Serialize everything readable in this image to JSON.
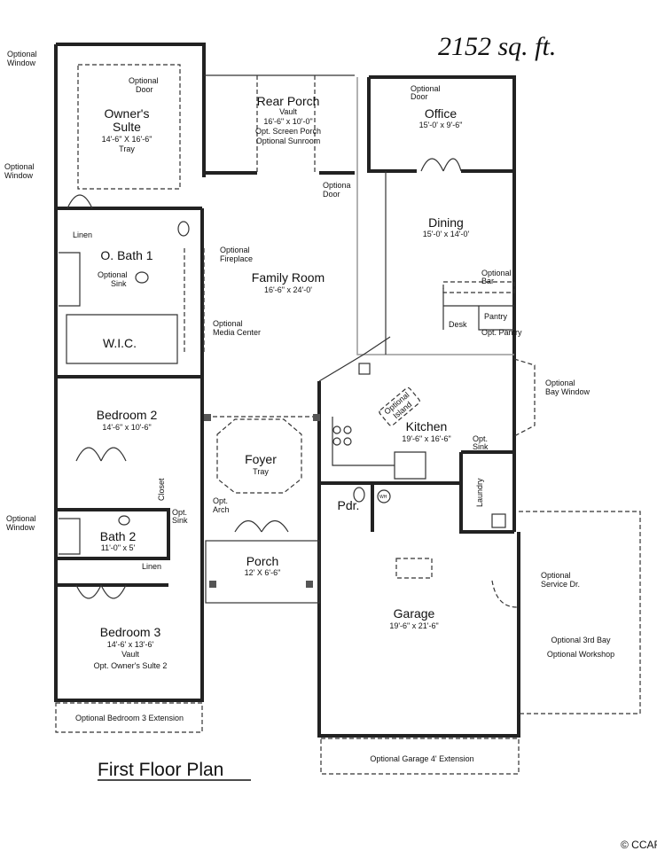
{
  "header": {
    "sqft": "2152 sq. ft.",
    "plan_title": "First Floor Plan",
    "copyright": "© CCAR"
  },
  "rooms": {
    "owners_suite": {
      "name1": "Owner's",
      "name2": "Sulte",
      "dims": "14'-6\" X 16'-6\"",
      "note": "Tray"
    },
    "rear_porch": {
      "name": "Rear Porch",
      "l1": "Vault",
      "l2": "16'-6\" x 10'-0\"",
      "l3": "Opt. Screen Porch",
      "l4": "Optional Sunroom"
    },
    "office": {
      "name": "Office",
      "dims": "15'-0' x 9'-6\""
    },
    "dining": {
      "name": "Dining",
      "dims": "15'-0' x 14'-0'"
    },
    "family_room": {
      "name": "Family Room",
      "dims": "16'-6\" x 24'-0'"
    },
    "obath": {
      "name": "O. Bath 1"
    },
    "linen1": {
      "name": "Linen"
    },
    "wic": {
      "name": "W.I.C."
    },
    "bedroom2": {
      "name": "Bedroom 2",
      "dims": "14'-6\" x 10'-6\""
    },
    "closet": {
      "name": "Closet"
    },
    "bath2": {
      "name": "Bath 2",
      "dims": "11'-0\" x 5'"
    },
    "linen2": {
      "name": "Linen"
    },
    "bedroom3": {
      "name": "Bedroom 3",
      "dims": "14'-6' x 13'-6'",
      "l1": "Vault",
      "l2": "Opt. Owner's Sulte 2"
    },
    "bed3_ext": {
      "name": "Optional Bedroom 3 Extension"
    },
    "foyer": {
      "name": "Foyer",
      "note": "Tray"
    },
    "porch": {
      "name": "Porch",
      "dims": "12' X 6'-6\""
    },
    "kitchen": {
      "name": "Kitchen",
      "dims": "19'-6\" x 16'-6\""
    },
    "island": {
      "l1": "Optional",
      "l2": "Island"
    },
    "desk": {
      "name": "Desk"
    },
    "pantry": {
      "name": "Pantry",
      "opt": "Opt. Pantry"
    },
    "pdr": {
      "name": "Pdr."
    },
    "wh": {
      "name": "WH"
    },
    "laundry": {
      "name": "Laundry"
    },
    "garage": {
      "name": "Garage",
      "dims": "19'-6\" x 21'-6\""
    },
    "garage_ext": {
      "name": "Optional Garage 4' Extension"
    },
    "third_bay": {
      "l1": "Optional 3rd Bay",
      "l2": "Optional Workshop"
    }
  },
  "notes": {
    "win1": [
      "Optional",
      "Window"
    ],
    "win2": [
      "Optional",
      "Window"
    ],
    "win3": [
      "Optional",
      "Window"
    ],
    "door_owner": [
      "Optional",
      "Door"
    ],
    "door_office": [
      "Optional",
      "Door"
    ],
    "door_porch": [
      "Optiona",
      "Door"
    ],
    "fireplace": [
      "Optional",
      "Fireplace"
    ],
    "sink1": [
      "Optional",
      "Sink"
    ],
    "media": [
      "Optional",
      "Media Center"
    ],
    "bar": [
      "Optional",
      "Bar"
    ],
    "bay": [
      "Optional",
      "Bay Window"
    ],
    "sink_laundry": [
      "Opt.",
      "Sink"
    ],
    "sink_bath2": [
      "Opt.",
      "Sink"
    ],
    "arch": [
      "Opt.",
      "Arch"
    ],
    "service": [
      "Optional",
      "Service Dr."
    ]
  }
}
